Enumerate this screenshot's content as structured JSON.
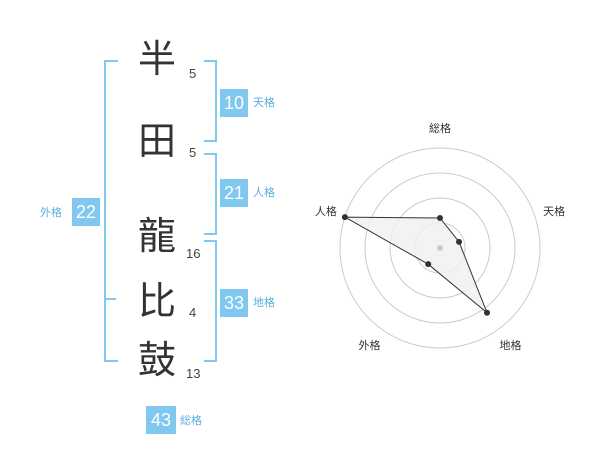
{
  "name": {
    "chars": [
      {
        "char": "半",
        "strokes": "5"
      },
      {
        "char": "田",
        "strokes": "5"
      },
      {
        "char": "龍",
        "strokes": "16"
      },
      {
        "char": "比",
        "strokes": "4"
      },
      {
        "char": "鼓",
        "strokes": "13"
      }
    ]
  },
  "kaku": {
    "tenkaku": {
      "value": "10",
      "label": "天格"
    },
    "jinkaku": {
      "value": "21",
      "label": "人格"
    },
    "chikaku": {
      "value": "33",
      "label": "地格"
    },
    "gaikaku": {
      "value": "22",
      "label": "外格"
    },
    "soukaku": {
      "value": "43",
      "label": "総格"
    }
  },
  "colors": {
    "accent": "#80c8f0",
    "accent_text": "#5aafe0",
    "radar_fill": "#f0f0f0",
    "radar_line": "#333333",
    "grid": "#cccccc"
  },
  "chart_data": {
    "type": "radar",
    "axes": [
      "総格",
      "天格",
      "地格",
      "外格",
      "人格"
    ],
    "values": [
      0.3,
      0.2,
      0.8,
      0.2,
      1.0
    ],
    "max": 1.0,
    "rings": 4
  }
}
